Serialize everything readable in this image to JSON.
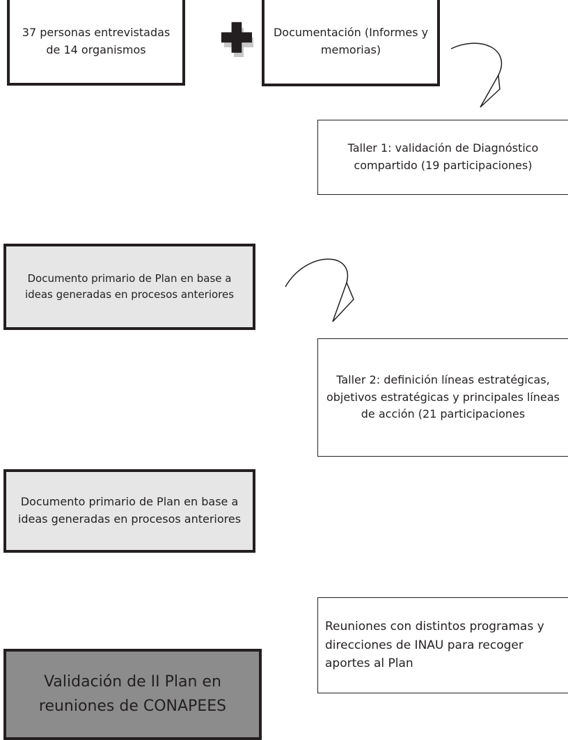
{
  "boxes": {
    "interviews": "37 personas entrevistadas de 14 organismos",
    "documentation": "Documentación (Informes y memorias)",
    "workshop1": "Taller 1: validación de Diagnóstico compartido (19 participaciones)",
    "primary_doc_1": "Documento primario de Plan en base a ideas generadas en procesos anteriores",
    "workshop2": "Taller 2: definición líneas estratégicas, objetivos estratégicas y principales líneas de acción (21 participaciones",
    "primary_doc_2": "Documento primario de Plan en base a ideas generadas en procesos anteriores",
    "meetings": "Reuniones con distintos programas y direcciones de INAU para recoger aportes al Plan",
    "validation": "Validación de II Plan en reuniones de CONAPEES"
  },
  "colors": {
    "line": "#231f20",
    "light_fill": "#e6e6e6",
    "dark_fill": "#8c8c8c",
    "plus_shadow": "#c8c8c8"
  },
  "icons": [
    "plus-icon",
    "curved-arrow-icon"
  ]
}
